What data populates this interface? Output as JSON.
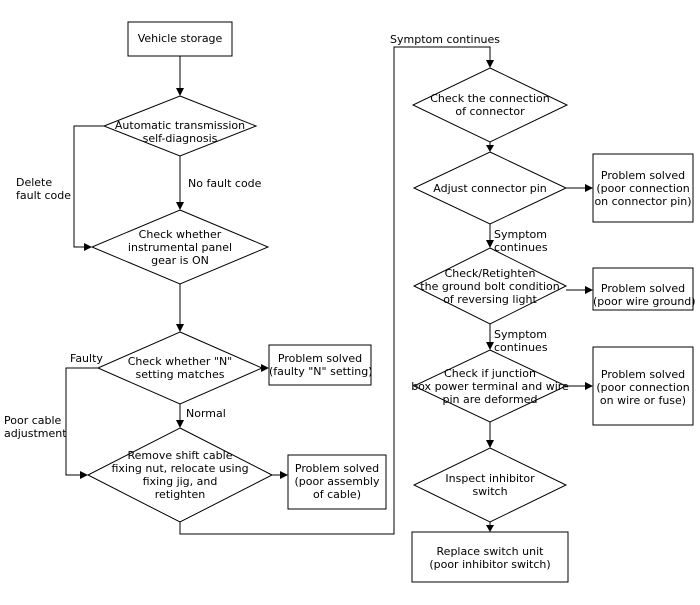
{
  "flowchart": {
    "left": {
      "vehicle_storage": "Vehicle storage",
      "self_diagnosis": "Automatic transmission\nself-diagnosis",
      "delete_fault_code": "Delete\nfault code",
      "no_fault_code": "No fault code",
      "check_panel": "Check whether\ninstrumental panel\ngear is ON",
      "faulty": "Faulty",
      "check_n": "Check whether \"N\"\nsetting matches",
      "solved_n": "Problem solved\n(faulty \"N\" setting)",
      "normal": "Normal",
      "poor_cable": "Poor cable\nadjustment",
      "remove_cable": "Remove shift cable\nfixing nut, relocate using\nfixing jig, and\nretighten",
      "solved_cable": "Problem solved\n(poor assembly\nof cable)"
    },
    "right": {
      "symptom_continues_top": "Symptom continues",
      "check_connection": "Check the connection\nof connector",
      "adjust_pin": "Adjust connector pin",
      "solved_pin": "Problem solved\n(poor connection\non connector pin)",
      "symptom_continues_1": "Symptom\ncontinues",
      "check_ground": "Check/Retighten\nthe ground bolt condition\nof reversing light",
      "solved_ground": "Problem solved\n(poor wire ground)",
      "symptom_continues_2": "Symptom\ncontinues",
      "check_junction": "Check if junction\nbox power terminal and wire\npin are deformed",
      "solved_junction": "Problem solved\n(poor connection\non wire or fuse)",
      "inspect_inhibitor": "Inspect inhibitor\nswitch",
      "replace_switch": "Replace switch unit\n(poor inhibitor switch)"
    }
  }
}
